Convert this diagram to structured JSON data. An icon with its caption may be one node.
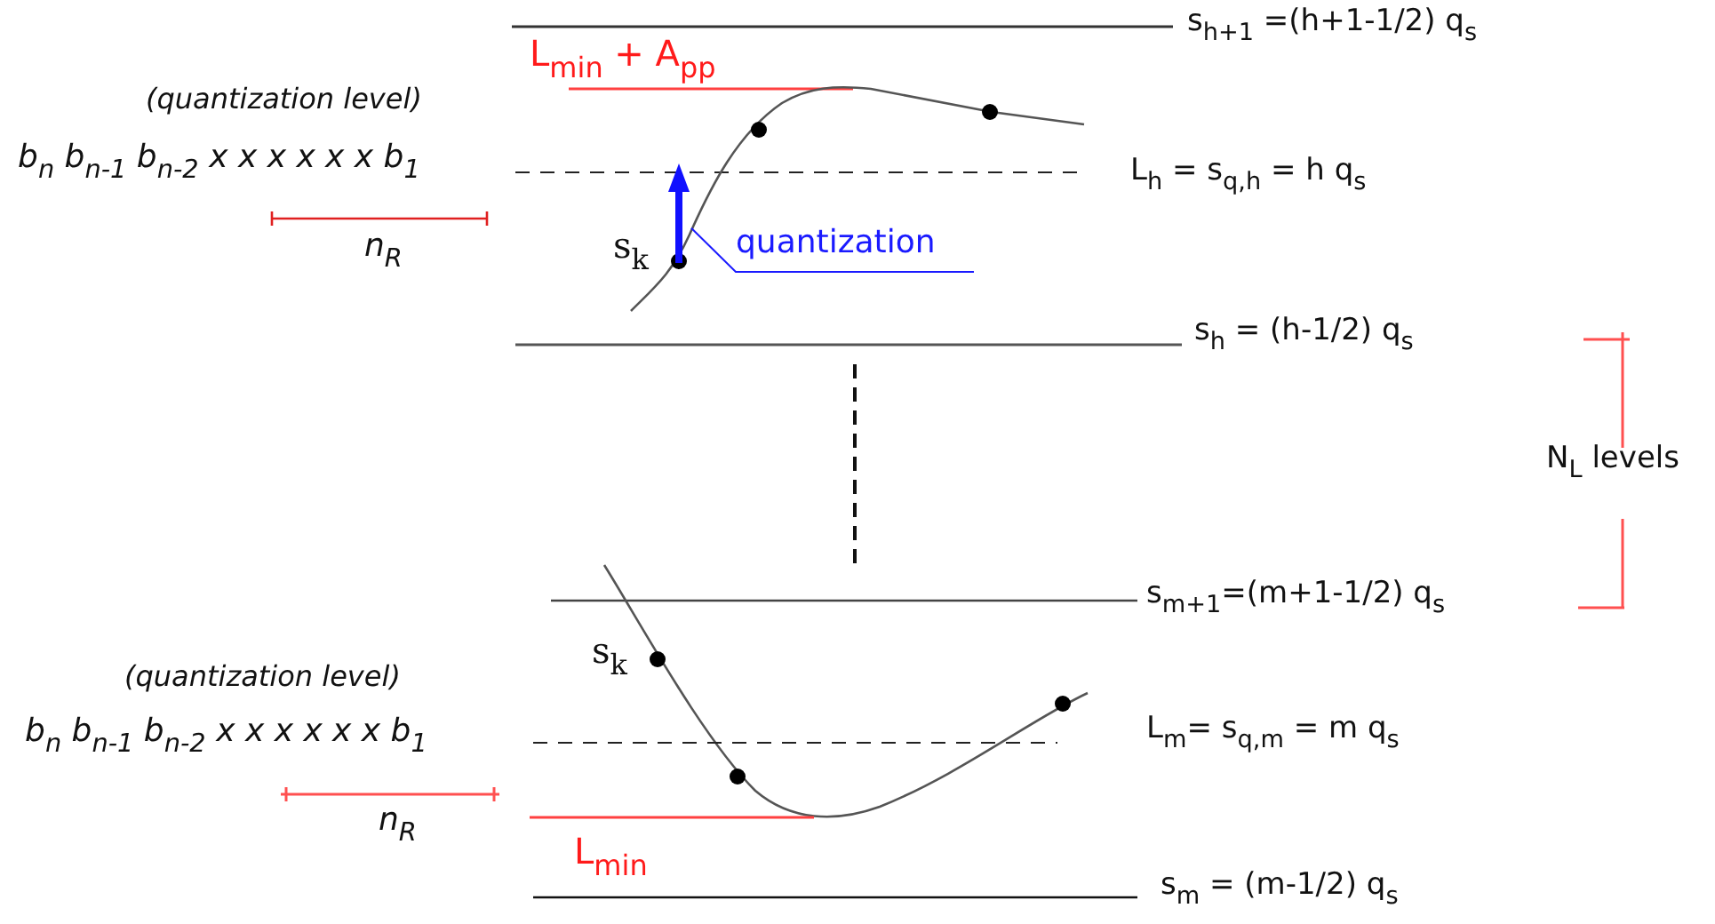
{
  "diagram": {
    "nodes": [
      {
        "text": [
          "quantization"
        ]
      },
      {
        "text": [],
        "shape": "arrow"
      }
    ],
    "edges": [
      {
        "from": 0,
        "to": 1,
        "arrow": "none"
      }
    ],
    "labels": [
      "s$_{h+1}$ =(h+1-1/2) q$_{s}$",
      "L$_{min}$ + A$_{pp}$",
      "(quantization level)",
      "b$_{n}$ b$_{n-1}$ b$_{n-2}$ x x x x x x b$_{1}$",
      "L$_{h}$ = s$_{q,h}$ = h q$_{s}$",
      "n$_{R}$",
      "s$_{k}$",
      "s$_{h}$ = (h-1/2) q$_{s}$",
      "N$_{L}$ levels",
      "s$_{m+1}$=(m+1-1/2) q$_{s}$",
      "s$_{k}$",
      "(quantization level)",
      "b$_{n}$ b$_{n-1}$ b$_{n-2}$ x x x x x x b$_{1}$",
      "L$_{m}$= s$_{q,m}$ = m q$_{s}$",
      "n$_{R}$",
      "L$_{min}$",
      "s$_{m}$ = (m-1/2) q$_{s}$"
    ]
  }
}
